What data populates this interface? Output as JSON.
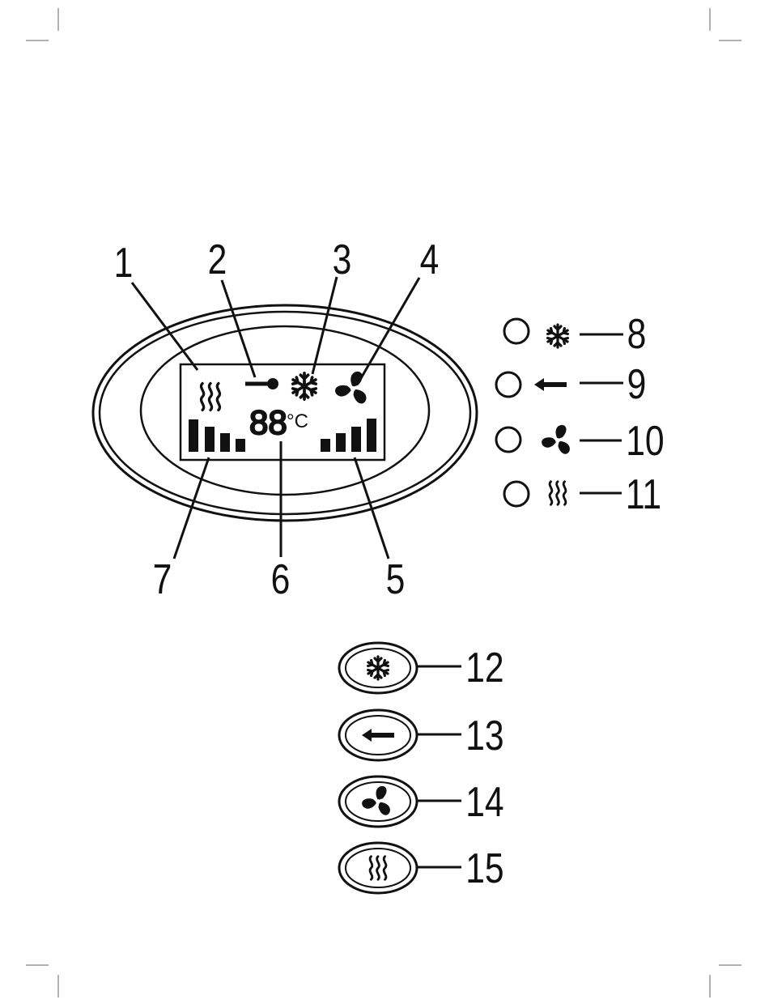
{
  "display_callouts": {
    "heat_symbol": "1",
    "thermometer_symbol": "2",
    "snowflake_symbol": "3",
    "fan_symbol": "4",
    "fan_speed_bars": "5",
    "temperature_digits": "6",
    "heat_level_bars": "7"
  },
  "lcd": {
    "digits": "88",
    "unit": "°C"
  },
  "indicator_lights": [
    {
      "icon": "snowflake-icon",
      "callout": "8"
    },
    {
      "icon": "arrow-left-icon",
      "callout": "9"
    },
    {
      "icon": "fan-icon",
      "callout": "10"
    },
    {
      "icon": "heat-waves-icon",
      "callout": "11"
    }
  ],
  "buttons": [
    {
      "icon": "snowflake-icon",
      "callout": "12"
    },
    {
      "icon": "arrow-left-icon",
      "callout": "13"
    },
    {
      "icon": "fan-icon",
      "callout": "14"
    },
    {
      "icon": "heat-waves-icon",
      "callout": "15"
    }
  ],
  "colors": {
    "ink": "#111111",
    "background": "#ffffff"
  }
}
